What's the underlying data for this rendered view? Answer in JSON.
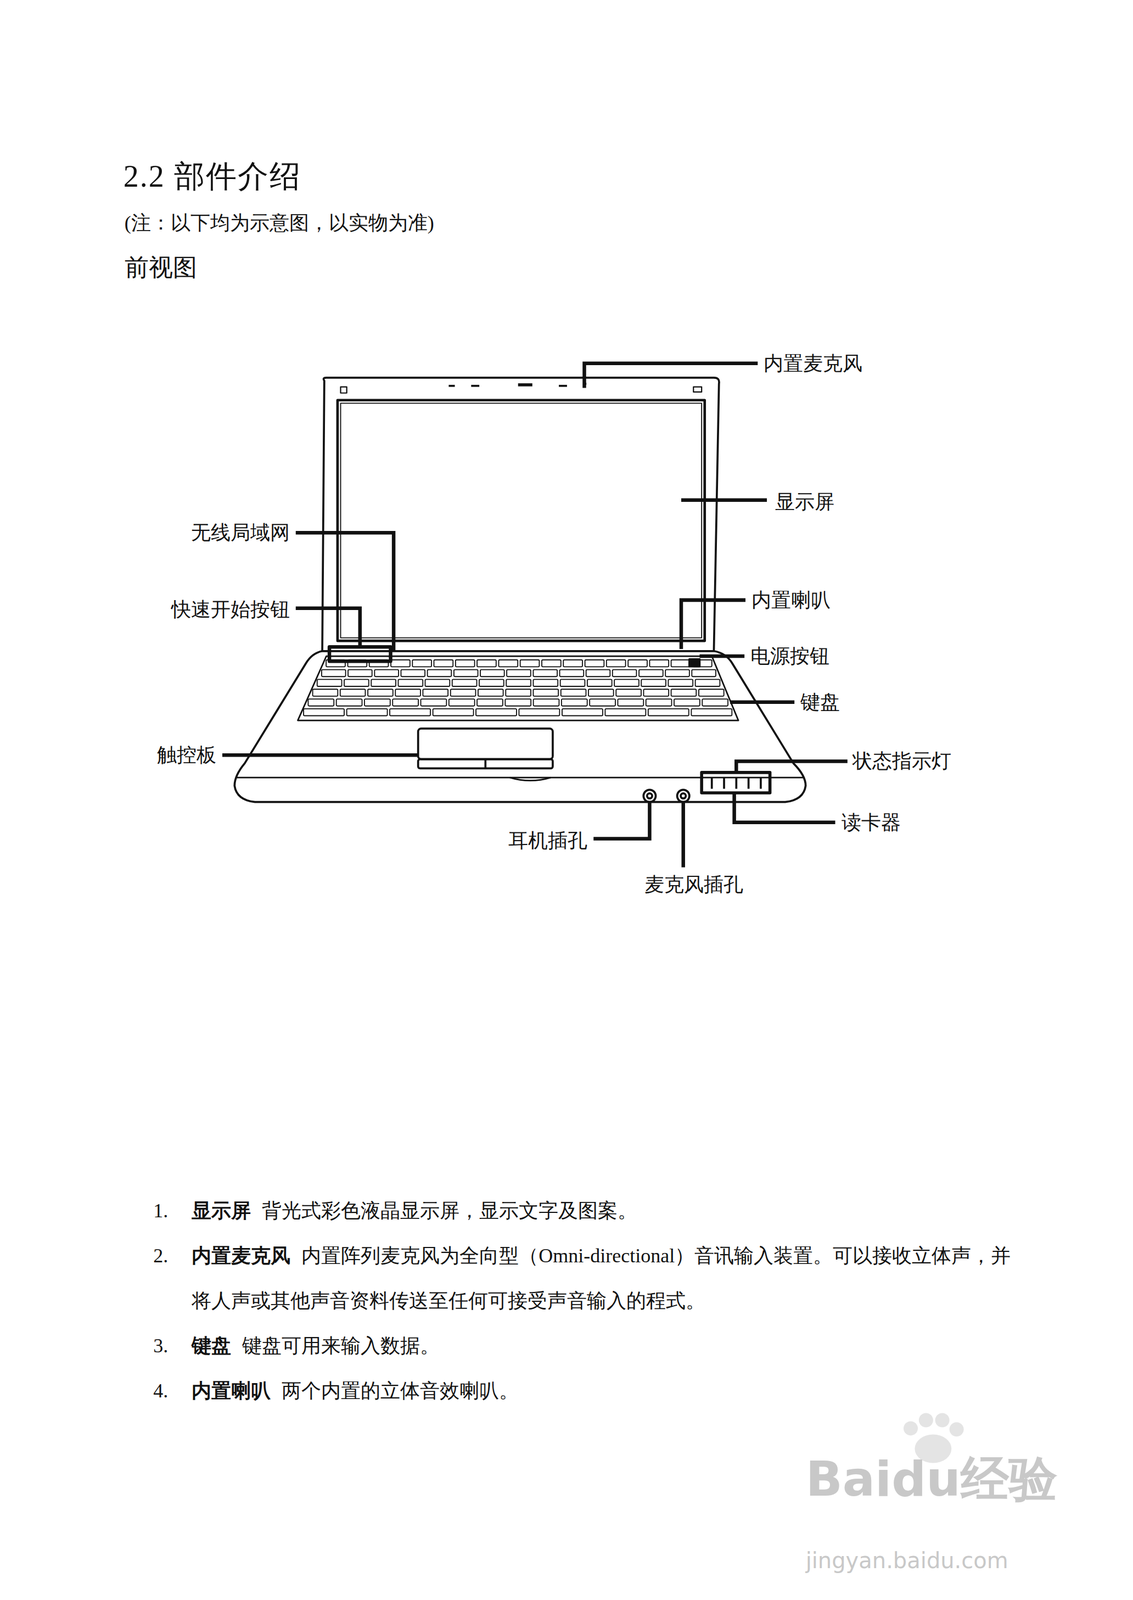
{
  "diagram": {
    "title": "2.2 部件介绍",
    "labels": [
      "(注：以下均为示意图，以实物为准)",
      "前视图",
      "内置麦克风",
      "显示屏",
      "无线局域网",
      "快速开始按钮",
      "内置喇叭",
      "电源按钮",
      "键盘",
      "触控板",
      "状态指示灯",
      "读卡器",
      "耳机插孔",
      "麦克风插孔",
      "1.",
      "显示屏",
      "背光式彩色液晶显示屏，显示文字及图案。",
      "2.",
      "内置麦克风",
      "内置阵列麦克风为全向型（Omni-directional）音讯输入装置。可以接收立体声，并将人声或其他声音资料传送至任何可接受声音输入的程式。",
      "3.",
      "键盘",
      "键盘可用来输入数据。",
      "4.",
      "内置喇叭",
      "两个内置的立体音效喇叭。",
      "Baidu经验",
      "jingyan.baidu.com"
    ]
  }
}
